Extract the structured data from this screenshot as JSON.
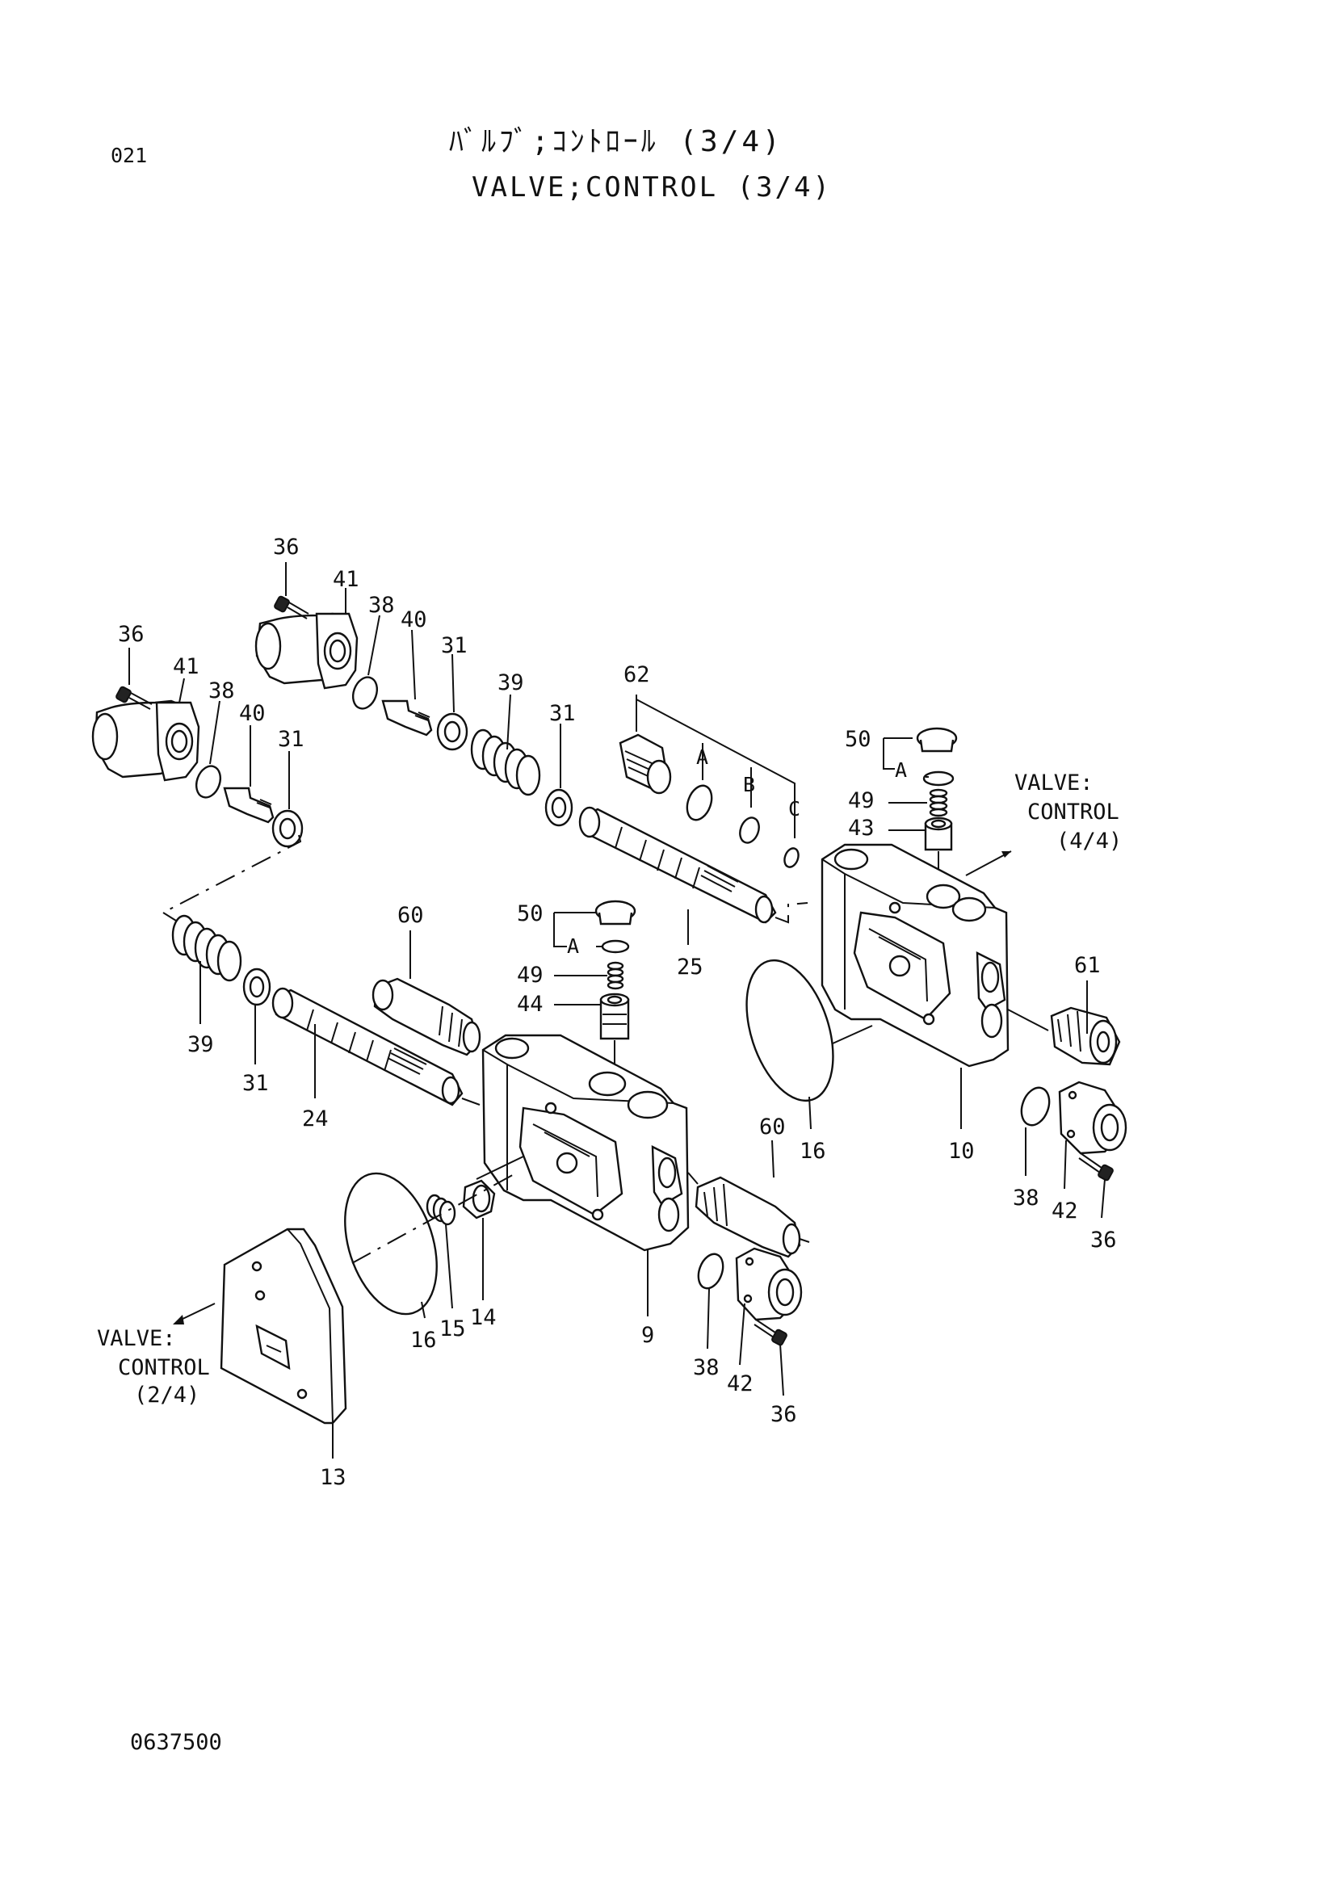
{
  "header": {
    "page_number": "021",
    "title_jp": "ﾊﾞﾙﾌﾞ;ｺﾝﾄﾛｰﾙ (3/4)",
    "title_en": "VALVE;CONTROL (3/4)"
  },
  "footer": {
    "doc_code": "0637500"
  },
  "refs": {
    "to_4_4": [
      "VALVE:",
      "CONTROL",
      "(4/4)"
    ],
    "to_2_4": [
      "VALVE:",
      "CONTROL",
      "(2/4)"
    ]
  },
  "callouts": {
    "p36a": "36",
    "p41a": "41",
    "p38a": "38",
    "p40a": "40",
    "p31a": "31",
    "p36b": "36",
    "p41b": "41",
    "p38b": "38",
    "p40b": "40",
    "p31b": "31",
    "p39a": "39",
    "p31c": "31",
    "p62": "62",
    "lA1": "A",
    "lB": "B",
    "lC": "C",
    "p50a": "50",
    "lA2": "A",
    "p49a": "49",
    "p43": "43",
    "p25": "25",
    "p60a": "60",
    "p50b": "50",
    "lA3": "A",
    "p49b": "49",
    "p44": "44",
    "p39b": "39",
    "p31d": "31",
    "p24": "24",
    "p61": "61",
    "p16a": "16",
    "p10": "10",
    "p38c": "38",
    "p42a": "42",
    "p36c": "36",
    "p60b": "60",
    "p16b": "16",
    "p15": "15",
    "p14": "14",
    "p9": "9",
    "p38d": "38",
    "p42b": "42",
    "p36d": "36",
    "p13": "13"
  }
}
